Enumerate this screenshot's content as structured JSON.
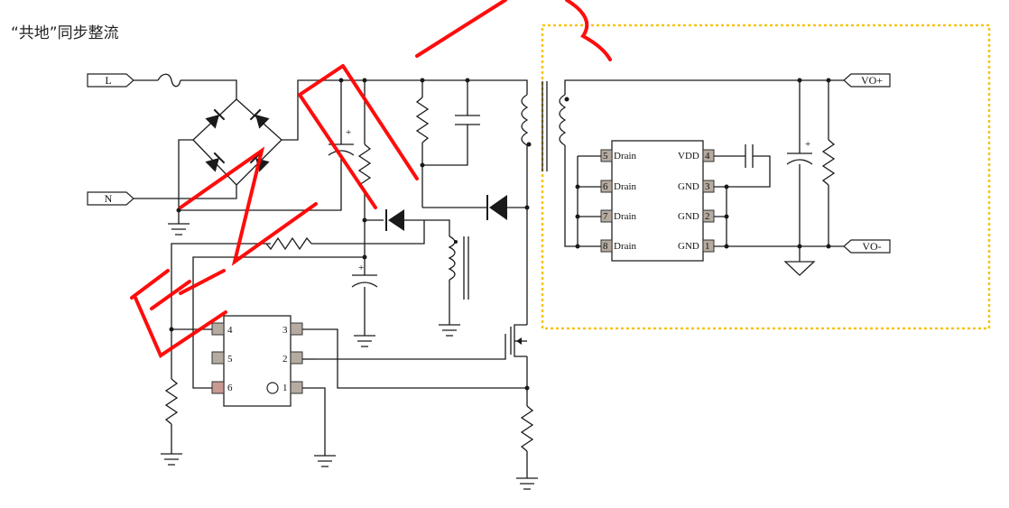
{
  "title": "“共地”同步整流",
  "terminals": {
    "line": "L",
    "neutral": "N",
    "vout_pos": "VO+",
    "vout_neg": "VO-"
  },
  "ic_primary": {
    "pins": [
      {
        "num": "4"
      },
      {
        "num": "3"
      },
      {
        "num": "5"
      },
      {
        "num": "2"
      },
      {
        "num": "6"
      },
      {
        "num": "1"
      }
    ]
  },
  "ic_secondary": {
    "pins": [
      {
        "num": "5",
        "name": "Drain"
      },
      {
        "num": "6",
        "name": "Drain"
      },
      {
        "num": "7",
        "name": "Drain"
      },
      {
        "num": "8",
        "name": "Drain"
      },
      {
        "num": "4",
        "name": "VDD"
      },
      {
        "num": "3",
        "name": "GND"
      },
      {
        "num": "2",
        "name": "GND"
      },
      {
        "num": "1",
        "name": "GND"
      }
    ]
  },
  "cap_polarity": "+",
  "colors": {
    "wire": "#1a1a1a",
    "highlight_box": "#f5c518",
    "watermark": "#ff0000",
    "pin_fill": "#b5aba0"
  }
}
